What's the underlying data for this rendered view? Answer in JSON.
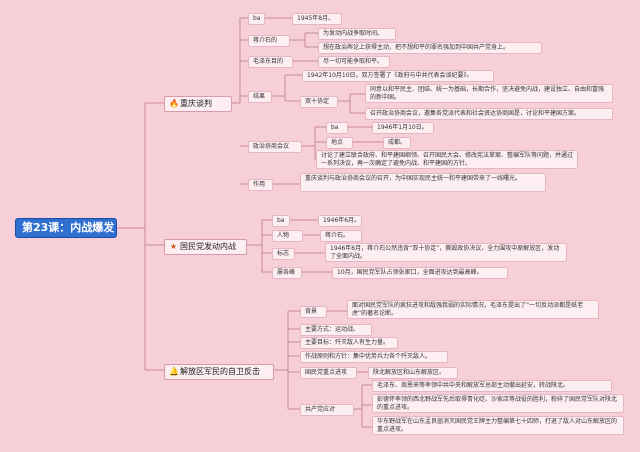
{
  "colors": {
    "background": "#f6cfd9",
    "root": "#2f6fd0",
    "line": "#c98a9b",
    "fire": "#e86a1a",
    "star": "#c9541f",
    "bell": "#d99b1e"
  },
  "root": {
    "label": "第23课：内战爆发"
  },
  "b1": {
    "label": "重庆谈判",
    "icon": "fire-icon",
    "time_key": "ba",
    "time_val": "1945年8月。",
    "jiang_key": "蒋介石的",
    "jiang_1": "为发动内战争取时间。",
    "jiang_2": "想在政治舆论上获得主动，把不想和平的罪名强加到中国共产党身上。",
    "mao_key": "毛泽东目的",
    "mao_val": "尽一切可能争取和平。",
    "result_key": "结果",
    "result_1": "1942年10月10日，双方签署了《政府与中共代表会谈纪要》。",
    "shuangshi_key": "双十协定",
    "shuangshi_1": "同意以和平民主、团结、统一为基础，长期合作，坚决避免内战，建设独立、自由和富强的新中国。",
    "shuangshi_2": "召开政治协商会议，邀集各党派代表和社会贤达协商国是，讨论和平建国方案。",
    "zx_key": "政治协商会议",
    "zx_time_key": "ba",
    "zx_time_val": "1946年1月10日。",
    "zx_place_key": "地点",
    "zx_place_val": "成都。",
    "zx_content": "讨论了建立联合政府、和平建国纲领、召开国民大会、修改宪法草案、整编军队等问题，并通过一系列决议，再一次确定了避免内战、和平建国的方针。",
    "effect_key": "作用",
    "effect_val": "重庆谈判与政治协商会议的召开，为中国实现民主统一和平建国带来了一线曙光。"
  },
  "b2": {
    "label": "国民党发动内战",
    "icon": "star-icon",
    "time_key": "ba",
    "time_val": "1946年6月。",
    "person_key": "人物",
    "person_val": "蒋介石。",
    "sign_key": "标志",
    "sign_val": "1946年6月，蒋介石公然违背“双十协定”，撕毁政协决议，全力围攻中原解放区，发动了全面内战。",
    "fail_key": "屡各峰",
    "fail_val": "10月，国民党军队占领张家口，全面进攻达到最高峰。"
  },
  "b3": {
    "label": "解放区军民的自卫反击",
    "icon": "bell-icon",
    "bg_key": "背景",
    "bg_val": "面对国民党军队的疯狂进攻和敌强我弱的实际情况，毛泽东提出了“一切反动派都是纸老虎”的著名论断。",
    "mode": "主要方式：运动战。",
    "goal": "主要目标：歼灭敌人有生力量。",
    "principle": "作战原则和方针：集中优势兵力各个歼灭敌人。",
    "kmt_key": "国民党重点进攻",
    "kmt_val": "陕北解放区和山东解放区。",
    "ccp_key": "共产党应对",
    "ccp_1": "毛泽东、周恩来等率领中共中央和解放军总部主动撤出延安，转战陕北。",
    "ccp_2": "彭德怀率领的西北野战军先后取得青化砭、沙家店等战役的胜利，粉碎了国民党军队对陕北的重点进攻。",
    "ccp_3": "华东野战军在山东孟良崮消灭国民党王牌主力整编第七十四师，打退了敌人对山东解放区的重点进攻。"
  }
}
